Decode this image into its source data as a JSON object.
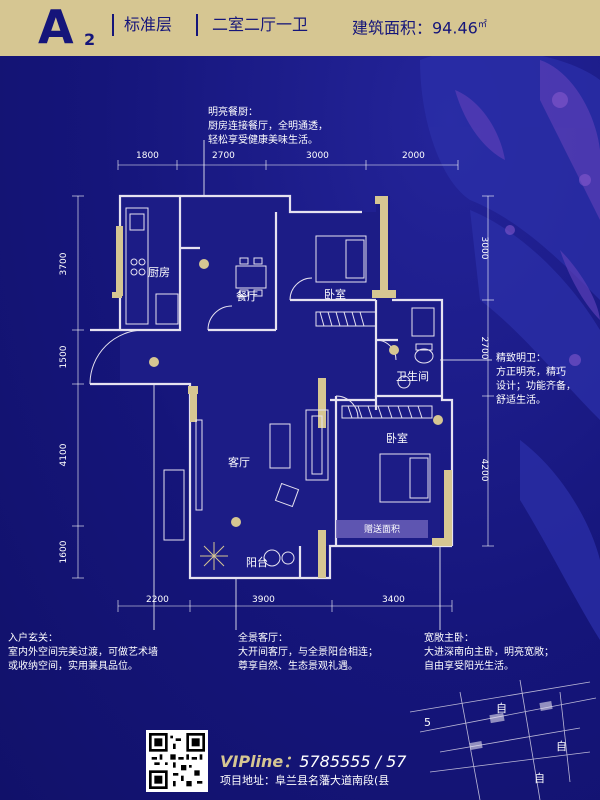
{
  "header": {
    "type_letter": "A",
    "type_sub": "2",
    "floor": "标准层",
    "layout": "二室二厅一卫",
    "area_label": "建筑面积：94.46",
    "area_unit": "㎡"
  },
  "notes": {
    "dining": {
      "title": "明亮餐厨：",
      "lines": [
        "厨房连接餐厅，全明通透，",
        "轻松享受健康美味生活。"
      ]
    },
    "bath": {
      "title": "精致明卫：",
      "lines": [
        "方正明亮，精巧",
        "设计；功能齐备，",
        "舒适生活。"
      ]
    },
    "entry": {
      "title": "入户玄关：",
      "lines": [
        "室内外空间完美过渡，可做艺术墙",
        "或收纳空间，实用兼具品位。"
      ]
    },
    "living": {
      "title": "全景客厅：",
      "lines": [
        "大开间客厅，与全景阳台相连；",
        "尊享自然、生态景观礼遇。"
      ]
    },
    "master": {
      "title": "宽敞主卧：",
      "lines": [
        "大进深南向主卧，明亮宽敞；",
        "自由享受阳光生活。"
      ]
    }
  },
  "rooms": {
    "kitchen": "厨房",
    "dining": "餐厅",
    "bedroom1": "卧室",
    "bathroom": "卫生间",
    "bedroom2": "卧室",
    "living": "客厅",
    "balcony": "阳台",
    "gift_area": "赠送面积"
  },
  "dimensions": {
    "top": [
      "1800",
      "2700",
      "3000",
      "2000"
    ],
    "bottom": [
      "2200",
      "3900",
      "3400"
    ],
    "left": [
      "3700",
      "1500",
      "4100",
      "1600"
    ],
    "right": [
      "3000",
      "2700",
      "4200"
    ]
  },
  "footer": {
    "vip_label": "VIPline：",
    "vip_number": "5785555 / 57",
    "address": "项目地址：阜兰县名藩大道南段(县",
    "map_labels": [
      "自",
      "5",
      "自",
      "自"
    ]
  },
  "colors": {
    "background": "#15157a",
    "accent": "#d6c692",
    "wall": "#e6e2f0",
    "plan_fill": "#1c1c86"
  }
}
